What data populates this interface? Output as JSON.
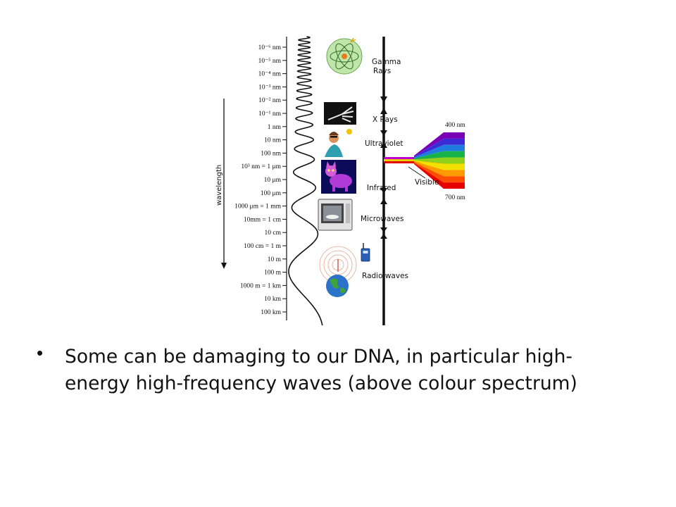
{
  "diagram": {
    "axis_title": "wavelength",
    "ticks": [
      "10⁻⁶ nm",
      "10⁻⁵ nm",
      "10⁻⁴ nm",
      "10⁻³ nm",
      "10⁻² nm",
      "10⁻¹ nm",
      "1 nm",
      "10 nm",
      "100 nm",
      "10³ nm = 1 μm",
      "10 μm",
      "100 μm",
      "1000 μm = 1 mm",
      "10mm = 1 cm",
      "10 cm",
      "100 cm = 1 m",
      "10 m",
      "100 m",
      "1000 m = 1 km",
      "10 km",
      "100 km"
    ],
    "bands": {
      "gamma_line1": "Gamma",
      "gamma_line2": "Rays",
      "xray": "X Rays",
      "ultraviolet": "Ultraviolet",
      "visible": "Visible",
      "infrared": "Infrared",
      "microwaves": "Microwaves",
      "radio": "Radio waves"
    },
    "spectrum_top": "400 nm",
    "spectrum_bottom": "700 nm",
    "icons": [
      "atom-icon",
      "hand-xray-icon",
      "sunbather-icon",
      "thermal-cat-icon",
      "microwave-oven-icon",
      "walkie-talkie-icon",
      "radio-broadcast-icon",
      "earth-globe-icon"
    ],
    "spectrum_colors": [
      "#7a00b5",
      "#3b2bd6",
      "#1f7be0",
      "#16b34a",
      "#8fd11c",
      "#f3e000",
      "#ff9a00",
      "#ff4d00",
      "#e60000"
    ]
  },
  "bullet": {
    "text": "Some can be damaging to our DNA, in particular high-energy high-frequency waves (above colour spectrum)"
  }
}
